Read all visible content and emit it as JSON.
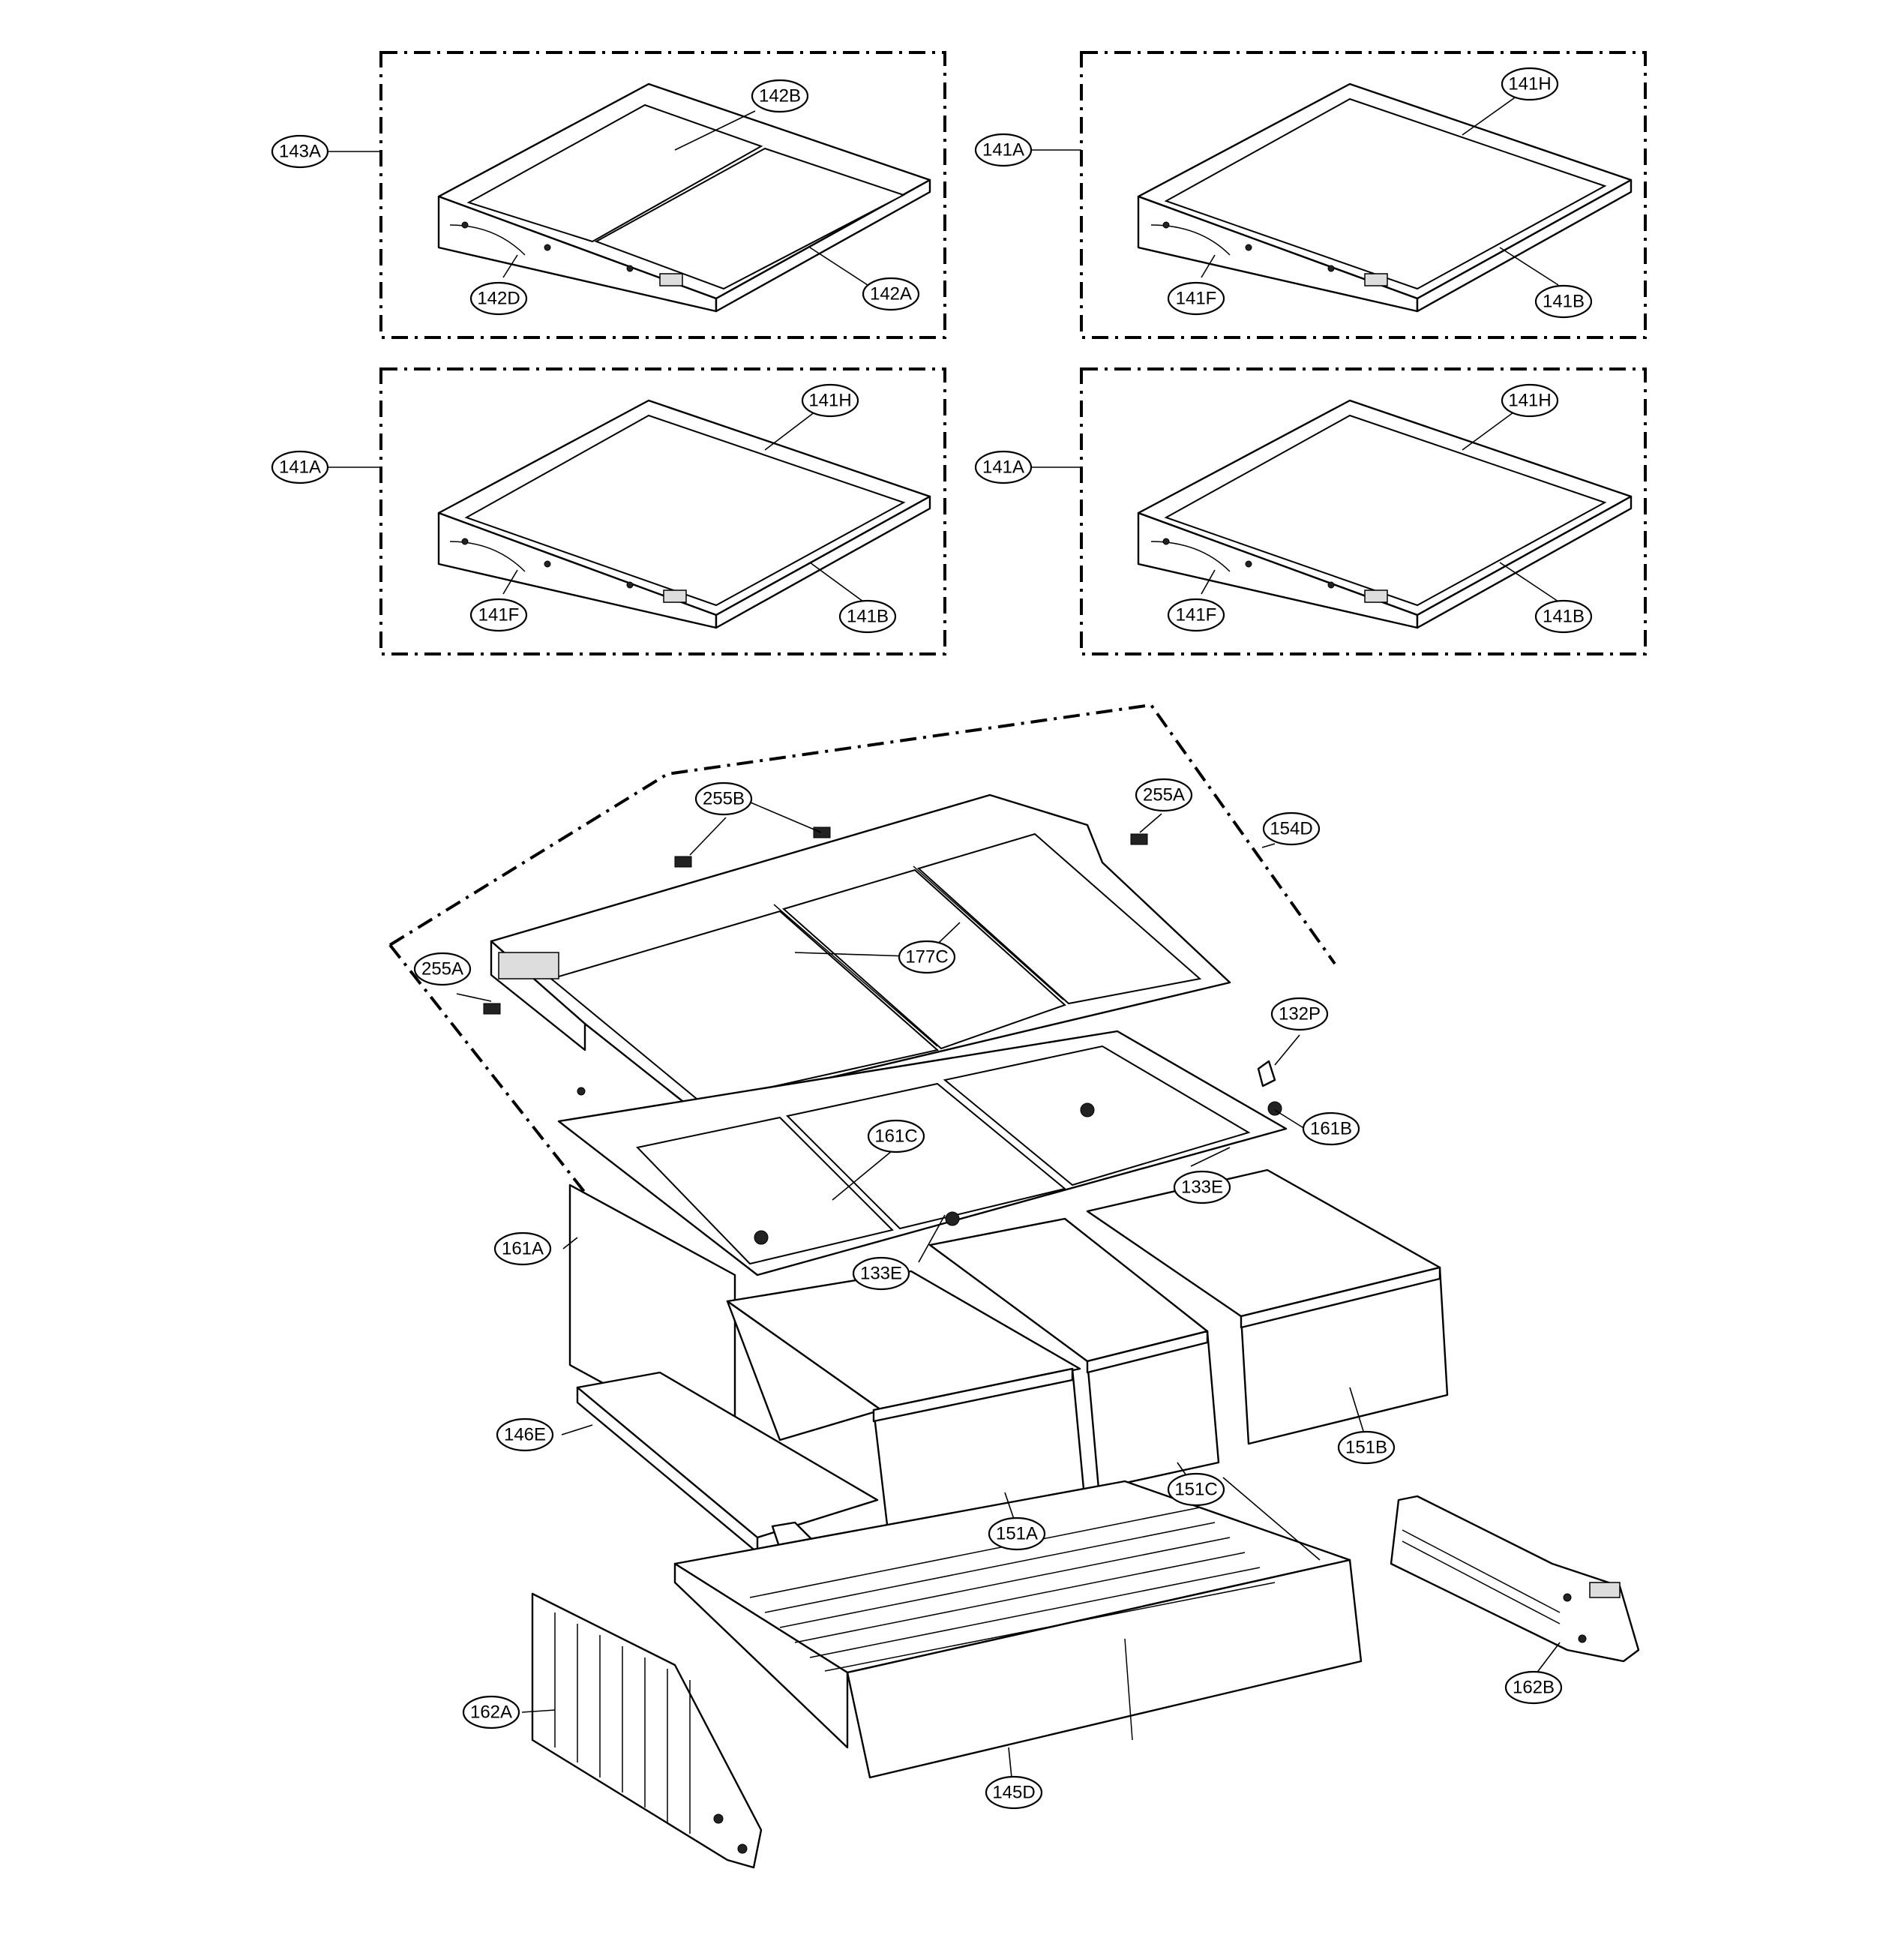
{
  "diagram": {
    "type": "exploded-parts-diagram",
    "callouts": [
      {
        "id": "c-143A",
        "label": "143A"
      },
      {
        "id": "c-142B",
        "label": "142B"
      },
      {
        "id": "c-142D",
        "label": "142D"
      },
      {
        "id": "c-142A",
        "label": "142A"
      },
      {
        "id": "c-141A-1",
        "label": "141A"
      },
      {
        "id": "c-141H-1",
        "label": "141H"
      },
      {
        "id": "c-141F-1",
        "label": "141F"
      },
      {
        "id": "c-141B-1",
        "label": "141B"
      },
      {
        "id": "c-141A-2",
        "label": "141A"
      },
      {
        "id": "c-141H-2",
        "label": "141H"
      },
      {
        "id": "c-141F-2",
        "label": "141F"
      },
      {
        "id": "c-141B-2",
        "label": "141B"
      },
      {
        "id": "c-141A-3",
        "label": "141A"
      },
      {
        "id": "c-141H-3",
        "label": "141H"
      },
      {
        "id": "c-141F-3",
        "label": "141F"
      },
      {
        "id": "c-141B-3",
        "label": "141B"
      },
      {
        "id": "c-255B",
        "label": "255B"
      },
      {
        "id": "c-255A-1",
        "label": "255A"
      },
      {
        "id": "c-154D",
        "label": "154D"
      },
      {
        "id": "c-255A-2",
        "label": "255A"
      },
      {
        "id": "c-177C",
        "label": "177C"
      },
      {
        "id": "c-132P",
        "label": "132P"
      },
      {
        "id": "c-161B",
        "label": "161B"
      },
      {
        "id": "c-161C",
        "label": "161C"
      },
      {
        "id": "c-133E-1",
        "label": "133E"
      },
      {
        "id": "c-161A",
        "label": "161A"
      },
      {
        "id": "c-133E-2",
        "label": "133E"
      },
      {
        "id": "c-146E",
        "label": "146E"
      },
      {
        "id": "c-151B",
        "label": "151B"
      },
      {
        "id": "c-151C",
        "label": "151C"
      },
      {
        "id": "c-151A",
        "label": "151A"
      },
      {
        "id": "c-162B",
        "label": "162B"
      },
      {
        "id": "c-162A",
        "label": "162A"
      },
      {
        "id": "c-145D",
        "label": "145D"
      }
    ]
  }
}
